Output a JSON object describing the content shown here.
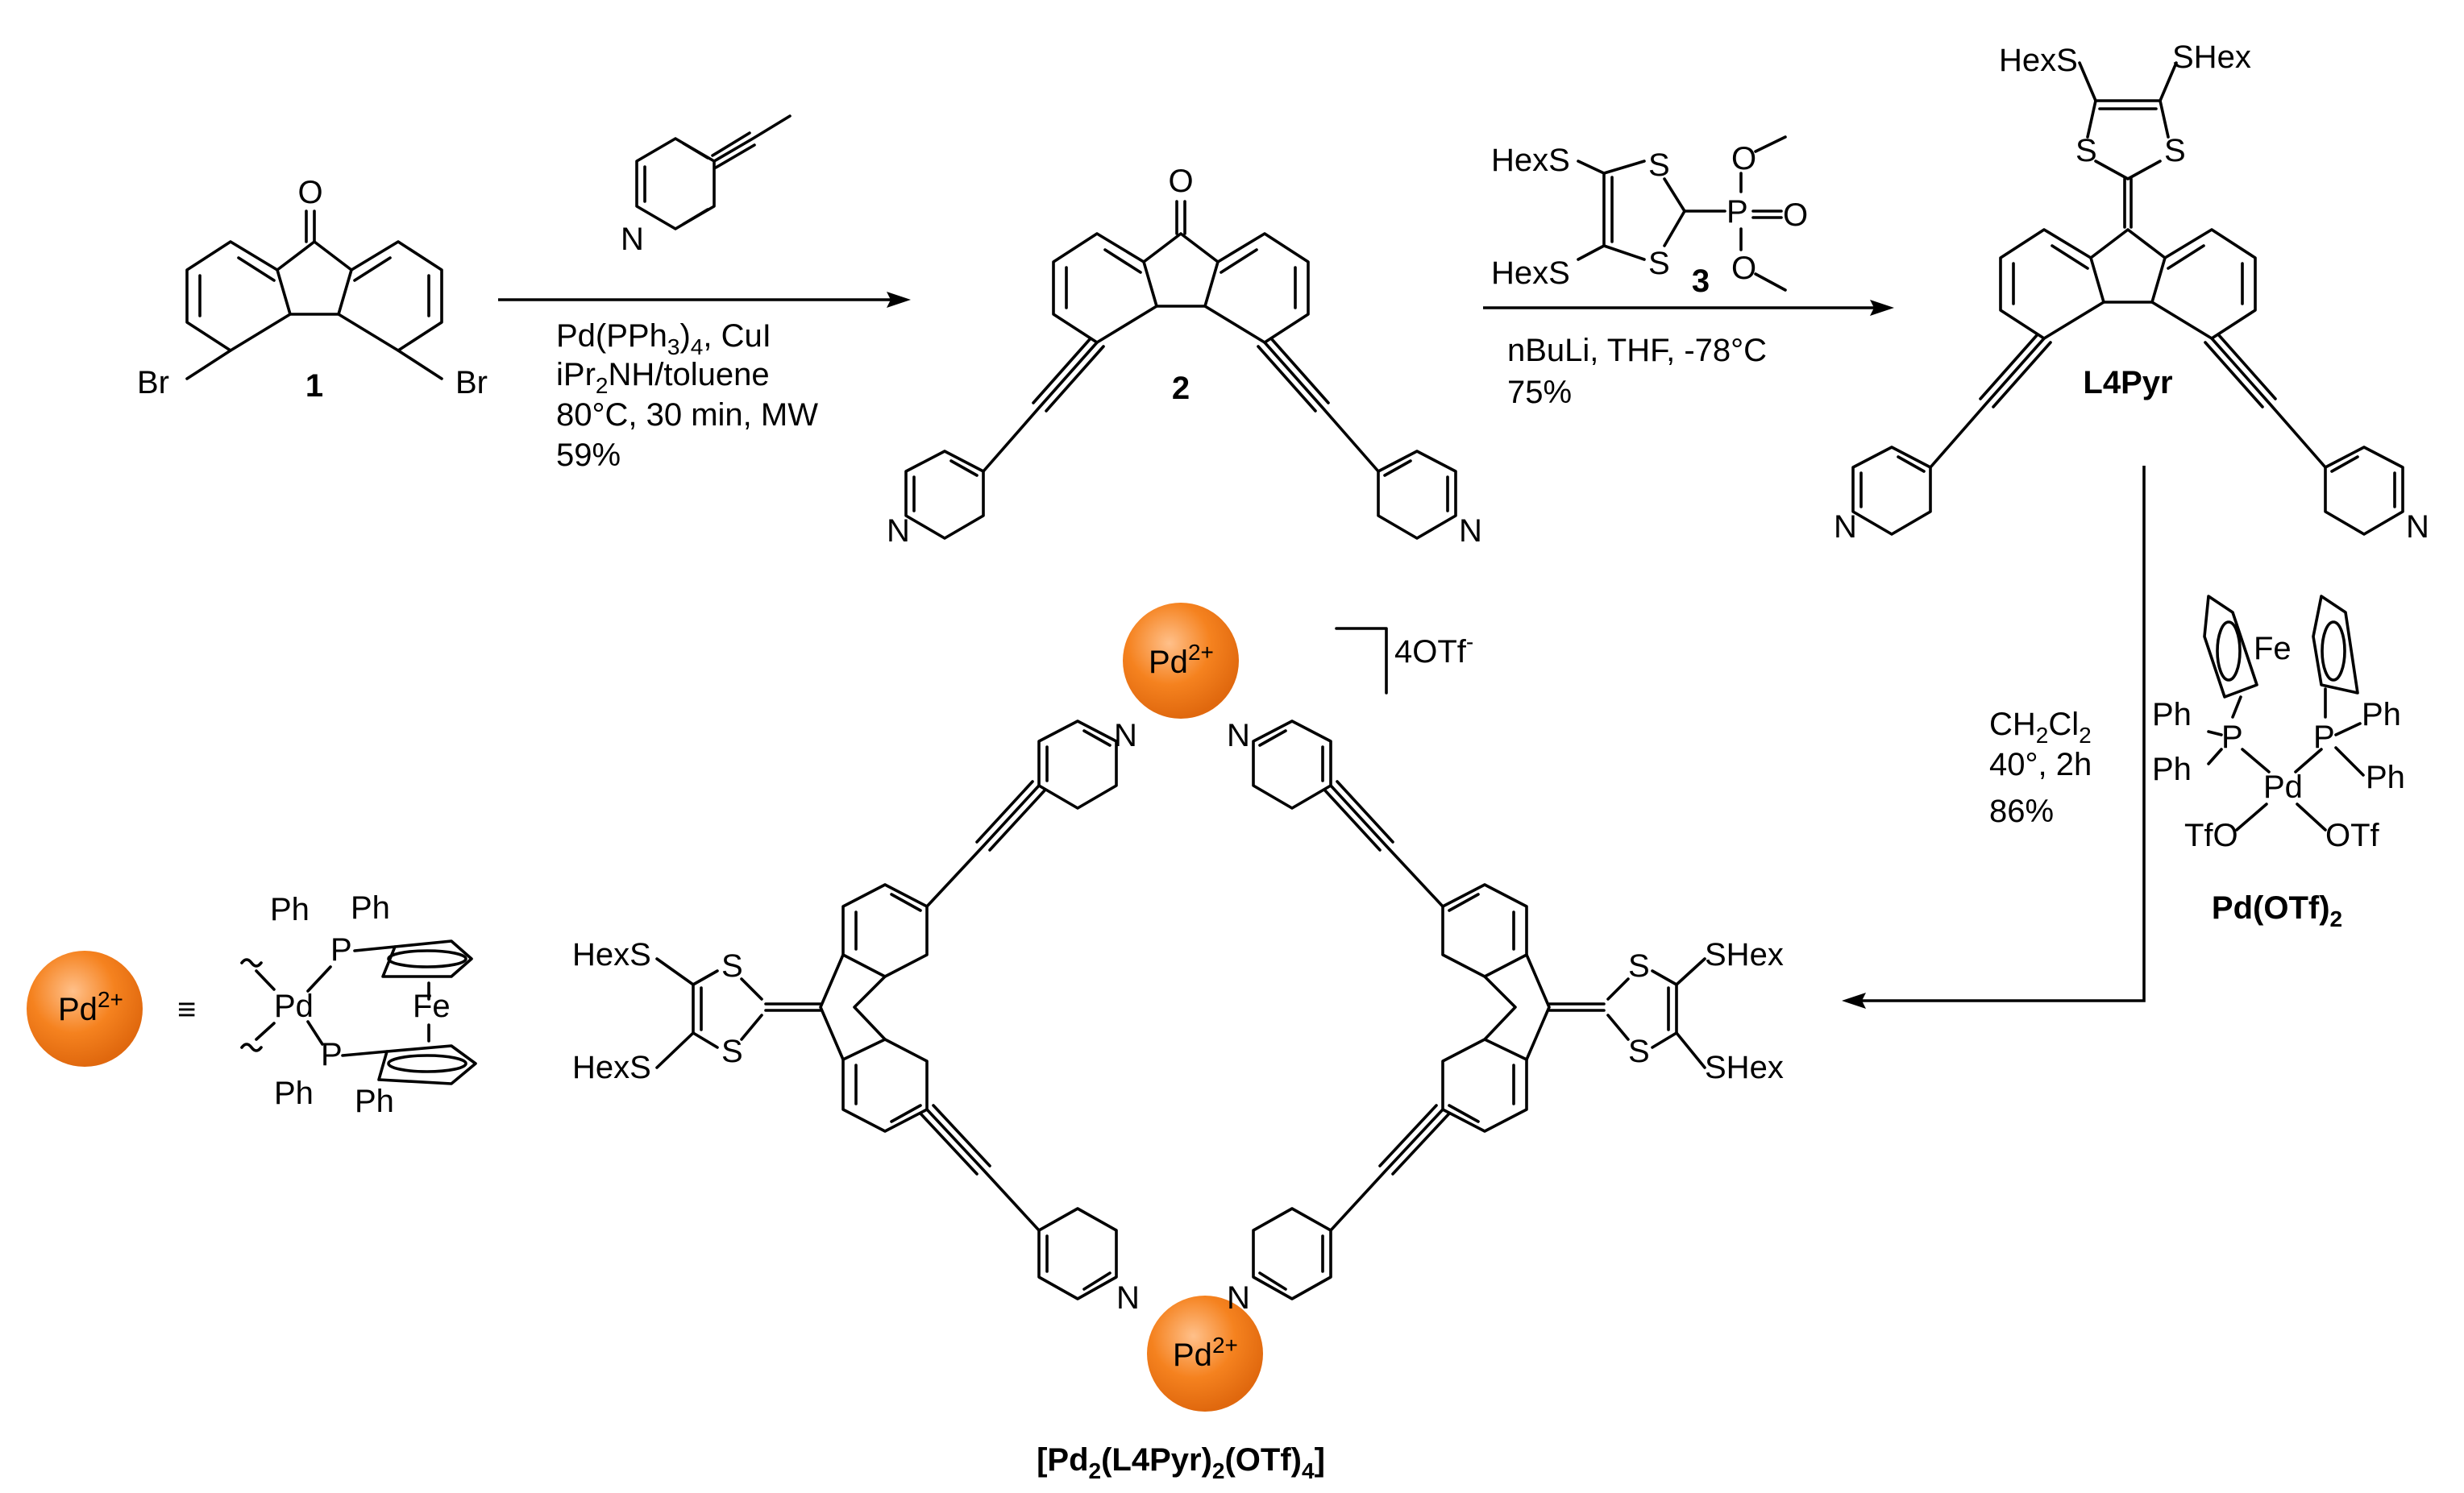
{
  "compounds": {
    "c1": "1",
    "c2": "2",
    "c3": "3",
    "ligand": "L4Pyr",
    "pd_complex": "Pd(OTf)",
    "pd_complex_sub": "2",
    "cage_prefix": "[Pd",
    "cage_s1": "2",
    "cage_mid1": "(L4Pyr)",
    "cage_s2": "2",
    "cage_mid2": "(OTf)",
    "cage_s3": "4",
    "cage_end": "]"
  },
  "step1": {
    "line1_a": "Pd(PPh",
    "line1_sub": "3",
    "line1_b": ")",
    "line1_sub2": "4",
    "line1_c": ", CuI",
    "line2_a": "iPr",
    "line2_sub": "2",
    "line2_b": "NH/toluene",
    "line3": "80°C, 30 min, MW",
    "yield": "59%"
  },
  "step2": {
    "reagents": "nBuLi, THF, -78°C",
    "yield": "75%"
  },
  "step3": {
    "solvent_a": "CH",
    "solvent_sub1": "2",
    "solvent_b": "Cl",
    "solvent_sub2": "2",
    "conditions": "40°, 2h",
    "yield": "86%"
  },
  "atoms": {
    "O": "O",
    "Br": "Br",
    "N": "N",
    "S": "S",
    "P": "P",
    "Fe": "Fe",
    "Pd": "Pd",
    "Ph": "Ph",
    "HexS": "HexS",
    "SHex": "SHex",
    "TfO": "TfO",
    "OTf": "OTf",
    "pd_ion": "Pd",
    "pd_charge": "2+",
    "counterion": "4OTf",
    "counterion_charge": "-",
    "equiv": "≡"
  },
  "colors": {
    "pd_sphere_light": "#ffb070",
    "pd_sphere": "#f5821f",
    "pd_sphere_dark": "#d9660c",
    "ink": "#000000"
  }
}
